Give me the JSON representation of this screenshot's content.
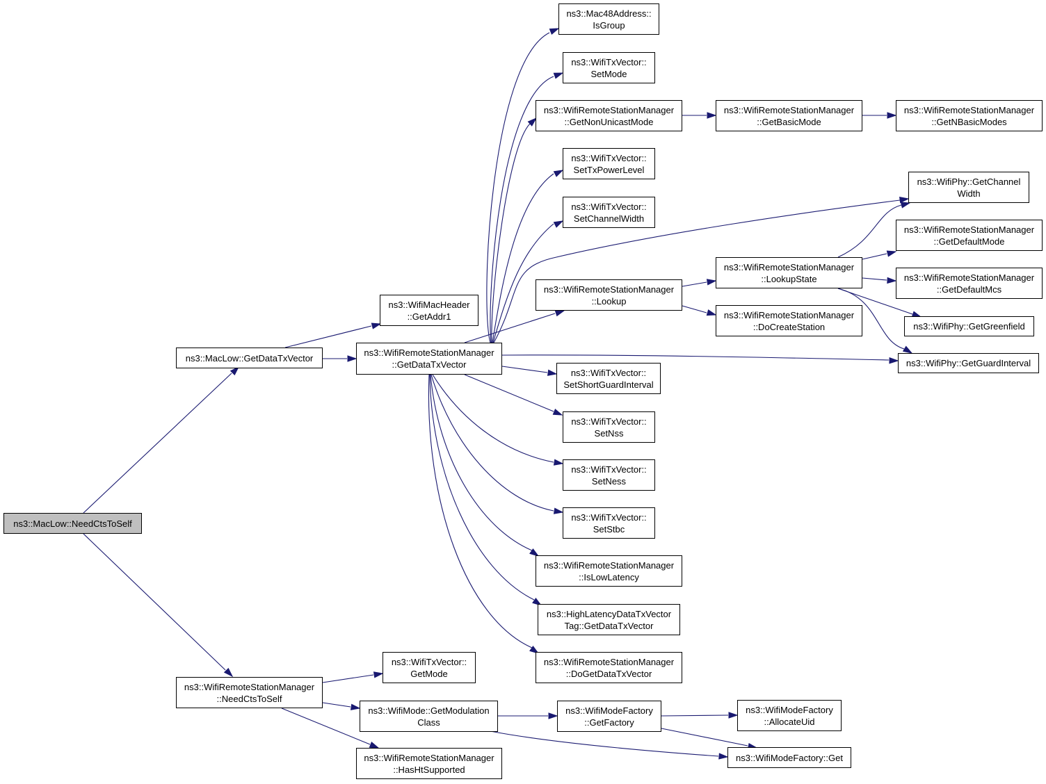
{
  "diagram": {
    "edge_color": "#191970",
    "root_fill": "#bfbfbf",
    "nodes": [
      {
        "id": "needcts",
        "lines": [
          "ns3::MacLow::NeedCtsToSelf"
        ],
        "root": true
      },
      {
        "id": "getdtv_ml",
        "lines": [
          "ns3::MacLow::GetDataTxVector"
        ]
      },
      {
        "id": "wrsm_needcts",
        "lines": [
          "ns3::WifiRemoteStationManager",
          "::NeedCtsToSelf"
        ]
      },
      {
        "id": "getaddr1",
        "lines": [
          "ns3::WifiMacHeader",
          "::GetAddr1"
        ]
      },
      {
        "id": "wrsm_getdtv",
        "lines": [
          "ns3::WifiRemoteStationManager",
          "::GetDataTxVector"
        ]
      },
      {
        "id": "isgroup",
        "lines": [
          "ns3::Mac48Address::",
          "IsGroup"
        ]
      },
      {
        "id": "setmode",
        "lines": [
          "ns3::WifiTxVector::",
          "SetMode"
        ]
      },
      {
        "id": "getnonunicast",
        "lines": [
          "ns3::WifiRemoteStationManager",
          "::GetNonUnicastMode"
        ]
      },
      {
        "id": "settxpower",
        "lines": [
          "ns3::WifiTxVector::",
          "SetTxPowerLevel"
        ]
      },
      {
        "id": "setchwidth",
        "lines": [
          "ns3::WifiTxVector::",
          "SetChannelWidth"
        ]
      },
      {
        "id": "lookup",
        "lines": [
          "ns3::WifiRemoteStationManager",
          "::Lookup"
        ]
      },
      {
        "id": "setsgi",
        "lines": [
          "ns3::WifiTxVector::",
          "SetShortGuardInterval"
        ]
      },
      {
        "id": "setnss",
        "lines": [
          "ns3::WifiTxVector::",
          "SetNss"
        ]
      },
      {
        "id": "setness",
        "lines": [
          "ns3::WifiTxVector::",
          "SetNess"
        ]
      },
      {
        "id": "setstbc",
        "lines": [
          "ns3::WifiTxVector::",
          "SetStbc"
        ]
      },
      {
        "id": "islowlat",
        "lines": [
          "ns3::WifiRemoteStationManager",
          "::IsLowLatency"
        ]
      },
      {
        "id": "highlat",
        "lines": [
          "ns3::HighLatencyDataTxVector",
          "Tag::GetDataTxVector"
        ]
      },
      {
        "id": "dogetdtv",
        "lines": [
          "ns3::WifiRemoteStationManager",
          "::DoGetDataTxVector"
        ]
      },
      {
        "id": "getbasicmode",
        "lines": [
          "ns3::WifiRemoteStationManager",
          "::GetBasicMode"
        ]
      },
      {
        "id": "getnbasic",
        "lines": [
          "ns3::WifiRemoteStationManager",
          "::GetNBasicModes"
        ]
      },
      {
        "id": "lookupstate",
        "lines": [
          "ns3::WifiRemoteStationManager",
          "::LookupState"
        ]
      },
      {
        "id": "docreate",
        "lines": [
          "ns3::WifiRemoteStationManager",
          "::DoCreateStation"
        ]
      },
      {
        "id": "getchwidth",
        "lines": [
          "ns3::WifiPhy::GetChannel",
          "Width"
        ]
      },
      {
        "id": "getdefmode",
        "lines": [
          "ns3::WifiRemoteStationManager",
          "::GetDefaultMode"
        ]
      },
      {
        "id": "getdefmcs",
        "lines": [
          "ns3::WifiRemoteStationManager",
          "::GetDefaultMcs"
        ]
      },
      {
        "id": "getgreen",
        "lines": [
          "ns3::WifiPhy::GetGreenfield"
        ]
      },
      {
        "id": "getgi",
        "lines": [
          "ns3::WifiPhy::GetGuardInterval"
        ]
      },
      {
        "id": "getmode",
        "lines": [
          "ns3::WifiTxVector::",
          "GetMode"
        ]
      },
      {
        "id": "getmodclass",
        "lines": [
          "ns3::WifiMode::GetModulation",
          "Class"
        ]
      },
      {
        "id": "hasht",
        "lines": [
          "ns3::WifiRemoteStationManager",
          "::HasHtSupported"
        ]
      },
      {
        "id": "getfactory",
        "lines": [
          "ns3::WifiModeFactory",
          "::GetFactory"
        ]
      },
      {
        "id": "allocuid",
        "lines": [
          "ns3::WifiModeFactory",
          "::AllocateUid"
        ]
      },
      {
        "id": "mfget",
        "lines": [
          "ns3::WifiModeFactory::Get"
        ]
      }
    ]
  }
}
